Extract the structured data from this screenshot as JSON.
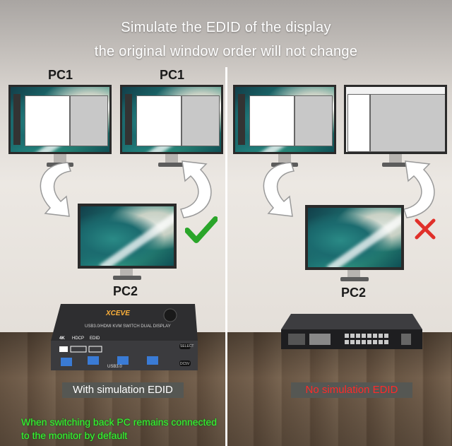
{
  "headline": {
    "line1": "Simulate the EDID of the display",
    "line2": "the original window order will not change"
  },
  "left_panel": {
    "pc1_label_a": "PC1",
    "pc1_label_b": "PC1",
    "pc2_label": "PC2",
    "status_icon": "check-mark-icon",
    "status_color": "#2aa52a",
    "kvm_device": {
      "model_text": "USB3.0/HDMI KVM SWITCH DUAL DISPLAY",
      "brand": "XCEVE",
      "badges": [
        "4K",
        "HDCP",
        "EDID"
      ],
      "usb_label": "USB3.0",
      "select_label": "SELECT",
      "dc_label": "DC5V"
    },
    "caption": "With simulation EDID"
  },
  "right_panel": {
    "pc2_label": "PC2",
    "status_icon": "cross-mark-icon",
    "status_color": "#e0302a",
    "caption": "No simulation EDID"
  },
  "note": "When switching back PC remains connected to the monitor by default"
}
